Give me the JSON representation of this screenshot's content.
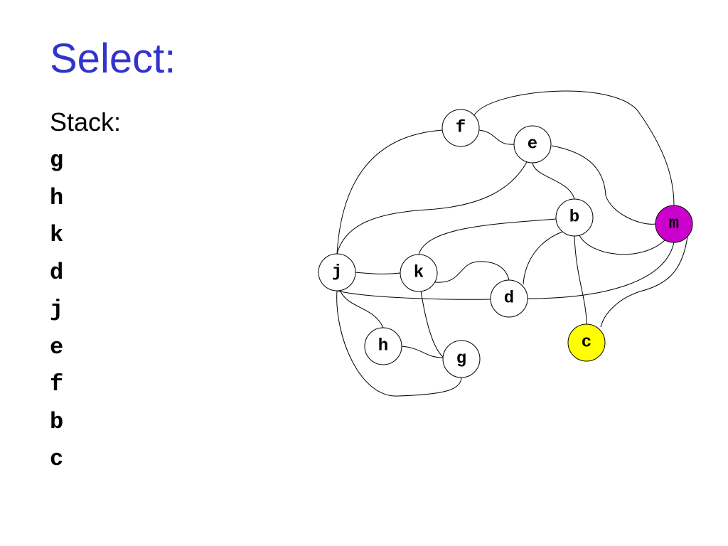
{
  "title": {
    "text": "Select:",
    "color": "#3333cc"
  },
  "stack": {
    "label": "Stack:",
    "items": [
      "g",
      "h",
      "k",
      "d",
      "j",
      "e",
      "f",
      "b",
      "c"
    ]
  },
  "graph": {
    "default_fill": "#ffffff",
    "nodes": [
      {
        "id": "f",
        "label": "f",
        "fill": "#ffffff"
      },
      {
        "id": "e",
        "label": "e",
        "fill": "#ffffff"
      },
      {
        "id": "b",
        "label": "b",
        "fill": "#ffffff"
      },
      {
        "id": "m",
        "label": "m",
        "fill": "#cc00cc"
      },
      {
        "id": "j",
        "label": "j",
        "fill": "#ffffff"
      },
      {
        "id": "k",
        "label": "k",
        "fill": "#ffffff"
      },
      {
        "id": "d",
        "label": "d",
        "fill": "#ffffff"
      },
      {
        "id": "c",
        "label": "c",
        "fill": "#ffff00"
      },
      {
        "id": "h",
        "label": "h",
        "fill": "#ffffff"
      },
      {
        "id": "g",
        "label": "g",
        "fill": "#ffffff"
      }
    ],
    "edges": [
      [
        "f",
        "e"
      ],
      [
        "f",
        "m"
      ],
      [
        "f",
        "j"
      ],
      [
        "e",
        "j"
      ],
      [
        "e",
        "b"
      ],
      [
        "e",
        "m"
      ],
      [
        "b",
        "m"
      ],
      [
        "b",
        "k"
      ],
      [
        "b",
        "d"
      ],
      [
        "b",
        "c"
      ],
      [
        "j",
        "k"
      ],
      [
        "j",
        "d"
      ],
      [
        "j",
        "h"
      ],
      [
        "j",
        "g"
      ],
      [
        "k",
        "d"
      ],
      [
        "k",
        "g"
      ],
      [
        "d",
        "m"
      ],
      [
        "m",
        "c"
      ],
      [
        "h",
        "g"
      ]
    ]
  }
}
